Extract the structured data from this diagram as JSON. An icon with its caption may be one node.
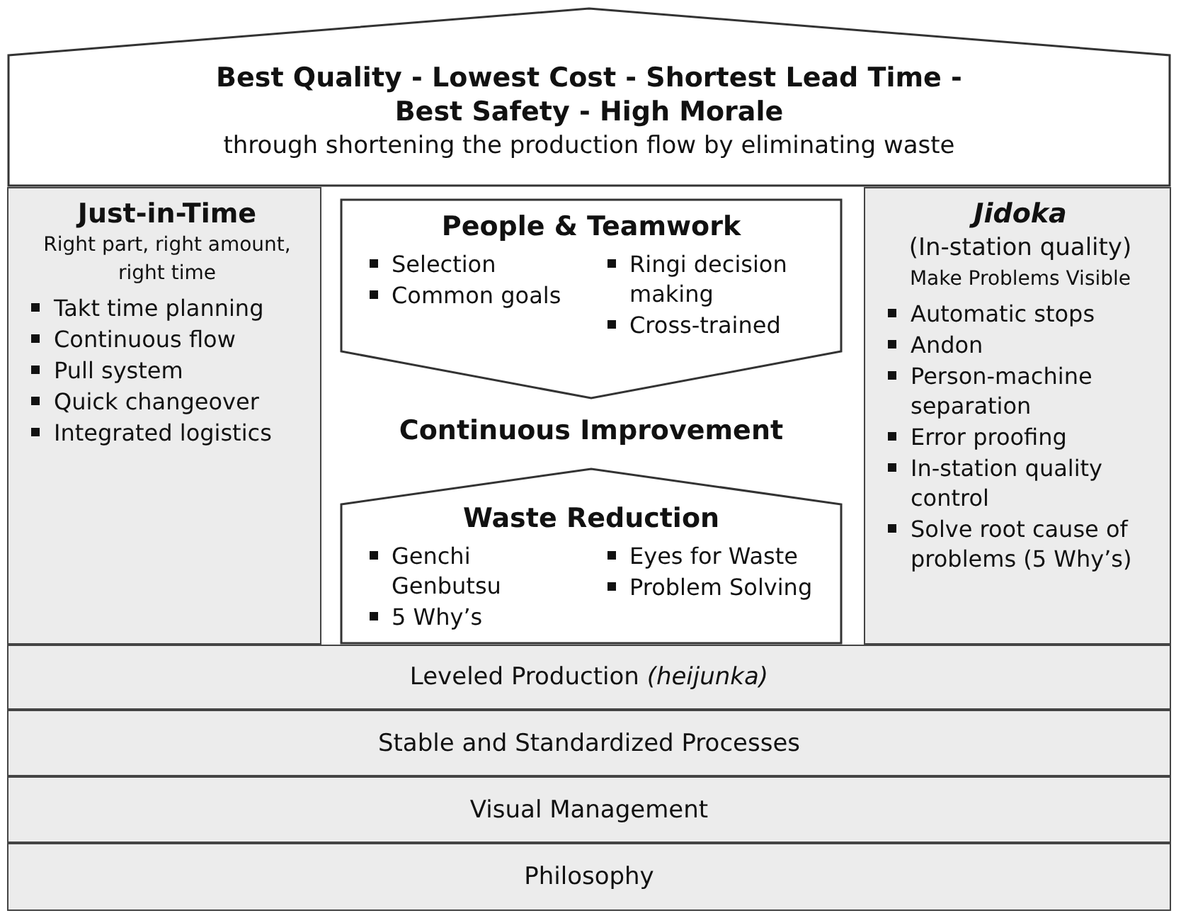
{
  "diagram": {
    "nodes": [
      {
        "text": [
          "Best Quality - Lowest Cost - Shortest Lead Time - Best Safety - High Morale",
          "through shortening the production flow by eliminating waste"
        ]
      },
      {
        "text": [
          "Just-in-Time",
          "Right part, right amount, right time",
          "Takt time planning",
          "Continuous flow",
          "Pull system",
          "Quick changeover",
          "Integrated logistics"
        ]
      },
      {
        "text": [
          "People & Teamwork",
          "Selection",
          "Common goals",
          "Ringi decision making",
          "Cross-trained"
        ]
      },
      {
        "text": [
          "Waste Reduction",
          "Genchi Genbutsu",
          "5 Why’s",
          "Eyes for Waste",
          "Problem Solving"
        ]
      },
      {
        "text": [
          "Jidoka",
          "(In-station quality)",
          "Make Problems Visible",
          "Automatic stops",
          "Andon",
          "Person-machine separation",
          "Error proofing",
          "In-station quality control",
          "Solve root cause of problems (5 Why’s)"
        ]
      },
      {
        "text": [
          "Leveled Production *(heijunka)*"
        ]
      },
      {
        "text": [
          "Stable and Standardized Processes"
        ]
      },
      {
        "text": [
          "Visual Management"
        ]
      },
      {
        "text": [
          "Philosophy"
        ]
      }
    ],
    "labels": [
      "Continuous Improvement"
    ]
  }
}
